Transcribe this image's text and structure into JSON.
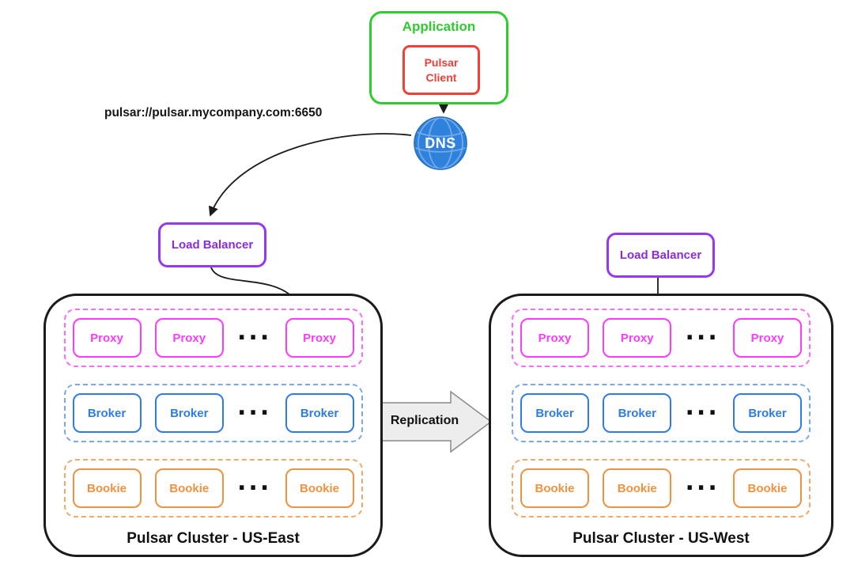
{
  "application": {
    "label": "Application",
    "client_label": "Pulsar Client"
  },
  "dns": {
    "label": "DNS",
    "url": "pulsar://pulsar.mycompany.com:6650"
  },
  "load_balancers": [
    {
      "label": "Load Balancer"
    },
    {
      "label": "Load Balancer"
    }
  ],
  "replication": {
    "label": "Replication"
  },
  "ellipsis": "...",
  "clusters": [
    {
      "title": "Pulsar Cluster - US-East",
      "proxies": [
        "Proxy",
        "Proxy",
        "Proxy"
      ],
      "brokers": [
        "Broker",
        "Broker",
        "Broker"
      ],
      "bookies": [
        "Bookie",
        "Bookie",
        "Bookie"
      ]
    },
    {
      "title": "Pulsar Cluster - US-West",
      "proxies": [
        "Proxy",
        "Proxy",
        "Proxy"
      ],
      "brokers": [
        "Broker",
        "Broker",
        "Broker"
      ],
      "bookies": [
        "Bookie",
        "Bookie",
        "Bookie"
      ]
    }
  ],
  "colors": {
    "application_green": "#2FCB2F",
    "client_red": "#EF4137",
    "dns_blue": "#2E82DC",
    "load_balancer_purple": "#9438F2",
    "proxy_magenta": "#FA3DFA",
    "broker_blue": "#2E7CE8",
    "bookie_orange": "#F0923F",
    "cluster_border_black": "#1B1B1B",
    "replication_fill": "#EDEDED",
    "arrow_black": "#1B1B1B"
  }
}
